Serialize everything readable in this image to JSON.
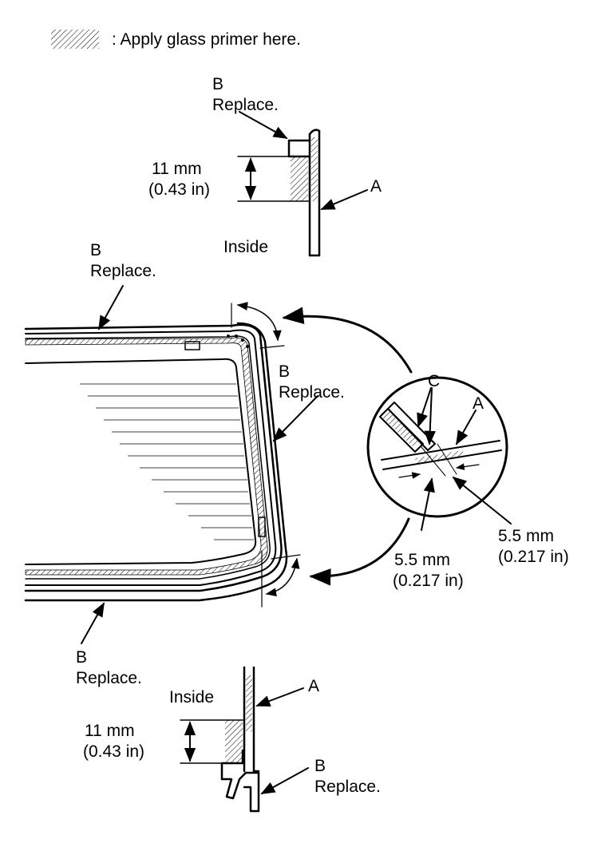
{
  "legend": {
    "text": ": Apply glass primer here.",
    "swatch_icon": "hatch-swatch-icon"
  },
  "top_detail": {
    "b_letter": "B",
    "b_replace": "Replace.",
    "dim_mm": "11 mm",
    "dim_in": "(0.43 in)",
    "a_letter": "A",
    "inside": "Inside"
  },
  "main_view": {
    "b_top_letter": "B",
    "b_top_replace": "Replace.",
    "b_side_letter": "B",
    "b_side_replace": "Replace.",
    "b_bottom_letter": "B",
    "b_bottom_replace": "Replace."
  },
  "circle_detail": {
    "c_letter": "C",
    "a_letter": "A",
    "dim_right_mm": "5.5 mm",
    "dim_right_in": "(0.217 in)",
    "dim_left_mm": "5.5 mm",
    "dim_left_in": "(0.217 in)"
  },
  "bottom_detail": {
    "inside": "Inside",
    "a_letter": "A",
    "dim_mm": "11 mm",
    "dim_in": "(0.43 in)",
    "b_letter": "B",
    "b_replace": "Replace."
  },
  "colors": {
    "ink": "#000000",
    "paper": "#ffffff"
  }
}
